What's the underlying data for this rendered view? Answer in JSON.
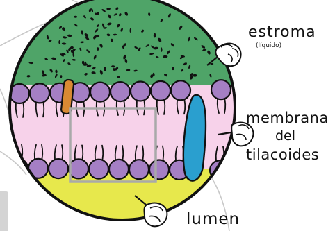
{
  "labels": {
    "estroma": "estroma",
    "liquido": "(líquido)",
    "membrana": "membrana",
    "del": "del",
    "tilacoides": "tilacoides",
    "lumen": "lumen"
  },
  "colors": {
    "stroma": "#4fa468",
    "membrane_interior": "#f7d2ea",
    "phospholipid_head": "#a57fc4",
    "lumen": "#e7e84c",
    "blue_protein": "#2a9fcf",
    "orange_protein": "#d98a33",
    "selection_box": "#a9a9a9",
    "outline": "#111111"
  },
  "icons": [
    "pointing-hand-icon",
    "pointing-hand-icon",
    "pointing-hand-icon"
  ]
}
